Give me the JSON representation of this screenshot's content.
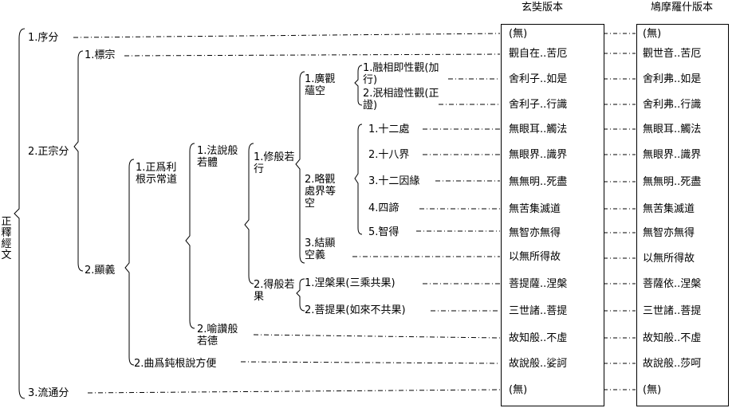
{
  "headers": {
    "xuanzang": "玄奘版本",
    "kumarajiva": "鳩摩羅什版本"
  },
  "root_label": "正釋經文",
  "tree": {
    "intro": "1.序分",
    "main": "2.正宗分",
    "theme": "1.標宗",
    "meaning": "2.顯義",
    "sharp": "1.正爲利根示常道",
    "dull": "2.曲爲鈍根說方便",
    "dharma_body": "1.法說般若體",
    "praise": "2.喻讚般若德",
    "practice": "1.修般若行",
    "attain": "2.得般若果",
    "broad": "1.廣觀蘊空",
    "brief": "2.略觀處界等空",
    "conclude": "3.結顯空義",
    "fuse": "1.融相即性觀(加行)",
    "merge": "2.泯相證性觀(正證)",
    "b1": "1.十二處",
    "b2": "2.十八界",
    "b3": "3.十二因緣",
    "b4": "4.四諦",
    "b5": "5.智得",
    "nirvana": "1.涅槃果(三乘共果)",
    "bodhi": "2.菩提果(如來不共果)",
    "circulate": "3.流通分"
  },
  "xuanzang_rows": [
    "(無)",
    "觀自在..苦厄",
    "舍利子..如是",
    "舍利子..行識",
    "無眼耳..觸法",
    "無眼界..識界",
    "無無明..死盡",
    "無苦集滅道",
    "無智亦無得",
    "以無所得故",
    "菩提薩..涅槃",
    "三世諸..菩提",
    "故知般..不虛",
    "故說般..娑訶",
    "(無)"
  ],
  "kumarajiva_rows": [
    "(無)",
    "觀世音..苦厄",
    "舍利弗..如是",
    "舍利弗..行識",
    "無眼耳..觸法",
    "無眼界..識界",
    "無無明..死盡",
    "無苦集滅道",
    "無智亦無得",
    "以無所得故",
    "菩薩依..涅槃",
    "三世諸..菩提",
    "故知般..不虛",
    "故說般..莎呵",
    "(無)"
  ]
}
